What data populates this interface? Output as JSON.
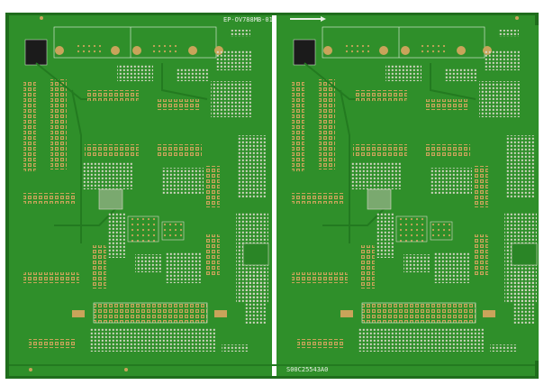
{
  "image": {
    "subject": "pcb-panel",
    "colors": {
      "background": "#ffffff",
      "soldermask": "#2f8f2a",
      "soldermask_dark": "#237a20",
      "trace": "#3aa335",
      "pad_gold": "#c9a45a",
      "pad_silver": "#d9d9c8",
      "silkscreen": "#e8f0e4",
      "panel_edge": "#1f6d1c"
    }
  },
  "labels": {
    "board_id": "EP-OV788MB-01",
    "panel_code": "S00C25543A0"
  }
}
